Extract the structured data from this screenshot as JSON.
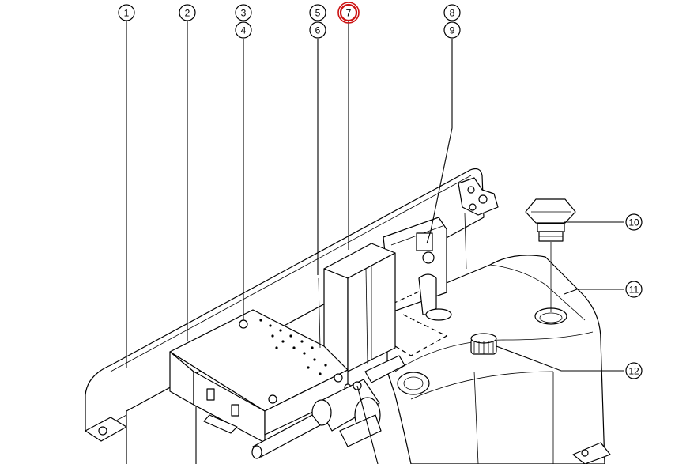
{
  "callouts": [
    {
      "label": "1"
    },
    {
      "label": "2"
    },
    {
      "label": "3"
    },
    {
      "label": "4"
    },
    {
      "label": "5"
    },
    {
      "label": "6"
    },
    {
      "label": "7"
    },
    {
      "label": "8"
    },
    {
      "label": "9"
    },
    {
      "label": "10"
    },
    {
      "label": "11"
    },
    {
      "label": "12"
    }
  ],
  "highlighted_callout": "7",
  "colors": {
    "line": "#000000",
    "background": "#ffffff",
    "highlight": "#cc1111"
  }
}
